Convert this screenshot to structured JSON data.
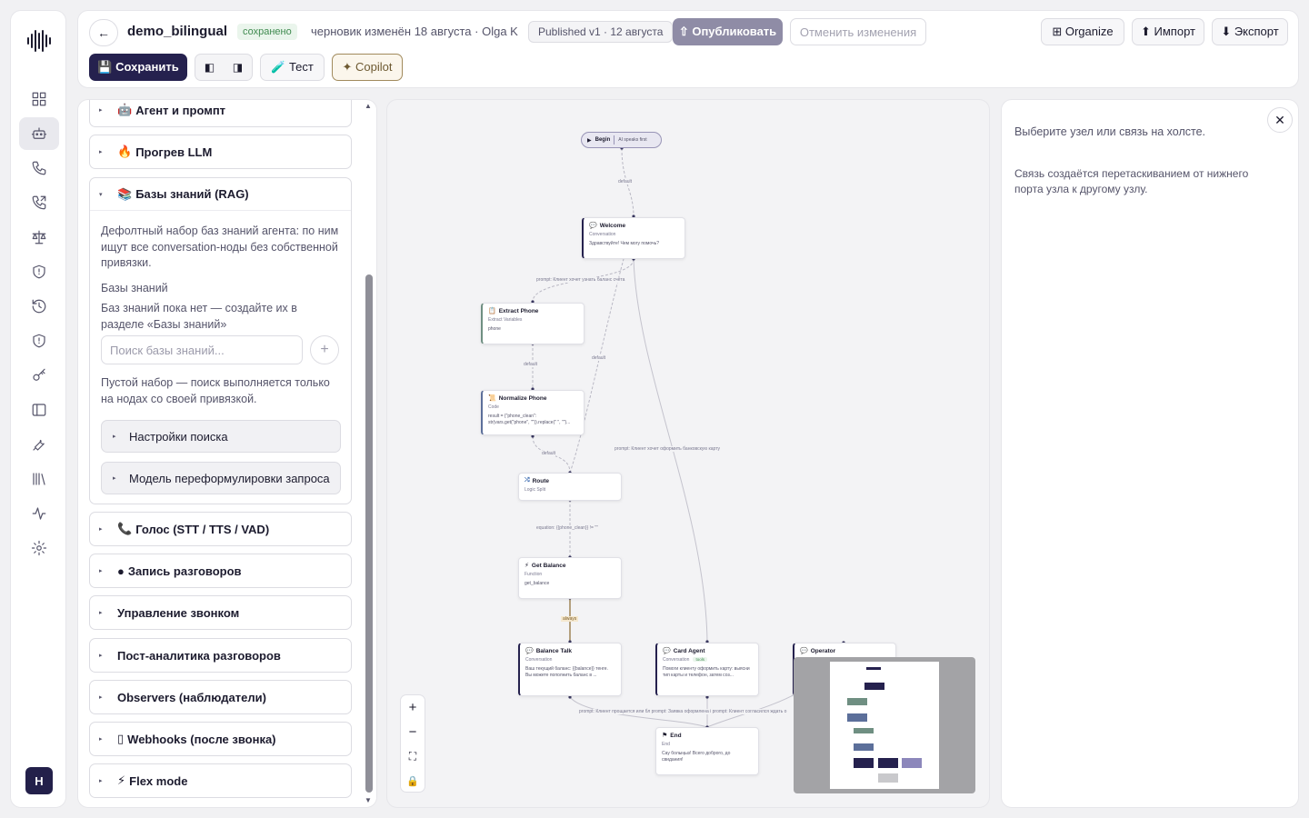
{
  "header": {
    "title": "demo_bilingual",
    "saved_badge": "сохранено",
    "draft_info": "черновик изменён 18 августа · Olga K",
    "published_badge": "Published v1 · 12 августа",
    "publish_label": "⇧ Опубликовать",
    "revert_label": "Отменить изменения",
    "organize_label": "⊞ Organize",
    "import_label": "⬆ Импорт",
    "export_label": "⬇ Экспорт",
    "save_label": "💾 Сохранить",
    "test_label": "🧪 Тест",
    "copilot_label": "✦ Copilot",
    "back_icon": "arrow-left-icon"
  },
  "sidebar": {
    "avatar_initial": "H",
    "items": [
      "dashboard-icon",
      "bot-icon",
      "phone-icon",
      "phone-outgoing-icon",
      "scale-icon",
      "shield-icon",
      "history-icon",
      "shield-icon",
      "key-icon",
      "layout-icon",
      "tool-icon",
      "library-icon",
      "activity-icon",
      "settings-icon"
    ],
    "active_index": 1
  },
  "config": {
    "sections_top": [
      {
        "emoji": "🤖",
        "label": "Агент и промпт"
      },
      {
        "emoji": "🔥",
        "label": "Прогрев LLM"
      }
    ],
    "rag": {
      "emoji": "📚",
      "label": "Базы знаний (RAG)",
      "description": "Дефолтный набор баз знаний агента: по ним ищут все conversation-ноды без собственной привязки.",
      "kb_label": "Базы знаний",
      "kb_empty": "Баз знаний пока нет — создайте их в разделе «Базы знаний»",
      "search_placeholder": "Поиск базы знаний...",
      "add_label": "+",
      "note": "Пустой набор — поиск выполняется только на нодах со своей привязкой.",
      "sub_sections": [
        "Настройки поиска",
        "Модель переформулировки запроса"
      ]
    },
    "sections_bottom": [
      {
        "emoji": "📞",
        "label": "Голос (STT / TTS / VAD)"
      },
      {
        "emoji": "●",
        "label": "Запись разговоров"
      },
      {
        "emoji": "",
        "label": "Управление звонком"
      },
      {
        "emoji": "",
        "label": "Пост-аналитика разговоров"
      },
      {
        "emoji": "",
        "label": "Observers (наблюдатели)"
      },
      {
        "emoji": "▯",
        "label": "Webhooks (после звонка)"
      },
      {
        "emoji": "⚡",
        "label": "Flex mode"
      }
    ]
  },
  "canvas": {
    "begin": {
      "label": "Begin",
      "mode": "AI speaks first"
    },
    "nodes": {
      "welcome": {
        "title": "Welcome",
        "type": "Conversation",
        "body": "Здравствуйте! Чем могу помочь?"
      },
      "extract": {
        "title": "Extract Phone",
        "type": "Extract Variables",
        "body": "phone"
      },
      "normalize": {
        "title": "Normalize Phone",
        "type": "Code",
        "body": "result = {\"phone_clean\": str(vars.get(\"phone\", \"\")).replace(\" \", \"\")..."
      },
      "route": {
        "title": "Route",
        "type": "Logic Split",
        "body": ""
      },
      "balance": {
        "title": "Get Balance",
        "type": "Function",
        "body": "get_balance"
      },
      "balance_talk": {
        "title": "Balance Talk",
        "type": "Conversation",
        "body": "Ваш текущий баланс: {{balance}} тенге. Вы можете пополнить баланс в ..."
      },
      "card_agent": {
        "title": "Card Agent",
        "type": "Conversation",
        "tag": "tools",
        "body": "Помоги клиенту оформить карту: выясни тип карты и телефон, затем соз..."
      },
      "operator": {
        "title": "Operator",
        "type": "",
        "body": ""
      },
      "end": {
        "title": "End",
        "type": "End",
        "body": "Сау болыңыз! Всего доброго, до свидания!"
      }
    },
    "edge_labels": {
      "begin_welcome": "default",
      "welcome_extract": "prompt: Клиент хочет узнать баланс счёта",
      "route_welcome": "default",
      "extract_normalize": "default",
      "welcome_card": "prompt: Клиент хочет оформить банковскую карту",
      "normalize_route": "default",
      "route_balance": "equation: {{phone_clean}} != \"\"",
      "balance_talk": "always",
      "to_end": "prompt: Клиент прощается или бл prompt: Заявка оформлена i prompt: Клиент согласился ждать о"
    },
    "zoom": {
      "in": "+",
      "out": "−",
      "fit": "⛶",
      "lock": "🔒"
    }
  },
  "inspector": {
    "close_icon": "close-icon",
    "hint": "Выберите узел или связь на холсте.",
    "hint2": "Связь создаётся перетаскиванием от нижнего порта узла к другому узлу."
  },
  "colors": {
    "primary": "#25214e",
    "publish": "#8f8ca6",
    "saved_green": "#3f8a4f",
    "copilot_border": "#a18a5c"
  }
}
